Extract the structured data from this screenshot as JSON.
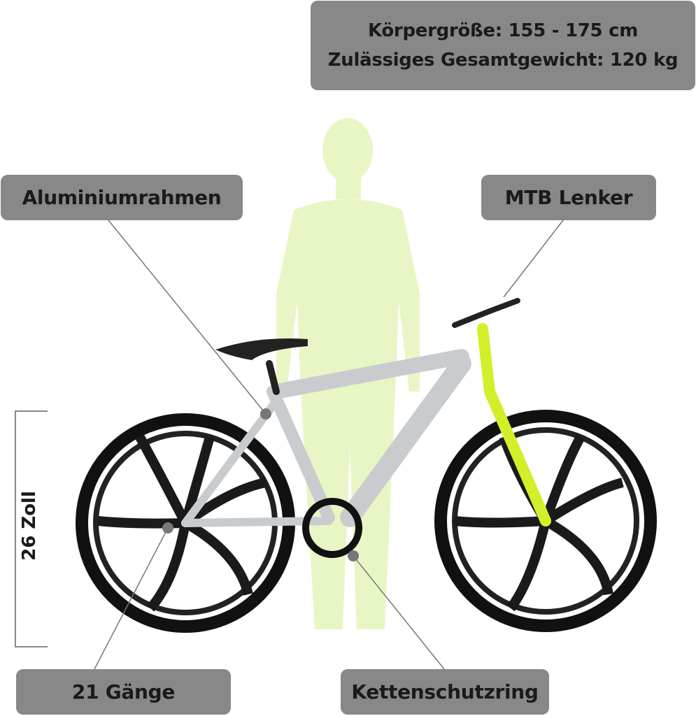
{
  "specs": {
    "height": "Körpergröße: 155 - 175 cm",
    "max_weight": "Zulässiges Gesamtgewicht: 120 kg"
  },
  "labels": {
    "frame": "Aluminiumrahmen",
    "handlebar": "MTB Lenker",
    "wheel_size": "26 Zoll",
    "gears": "21 Gänge",
    "chain_guard": "Kettenschutzring"
  },
  "colors": {
    "label_bg": "#888888",
    "accent": "#d4ef2a",
    "silhouette": "#e6f5c4"
  }
}
